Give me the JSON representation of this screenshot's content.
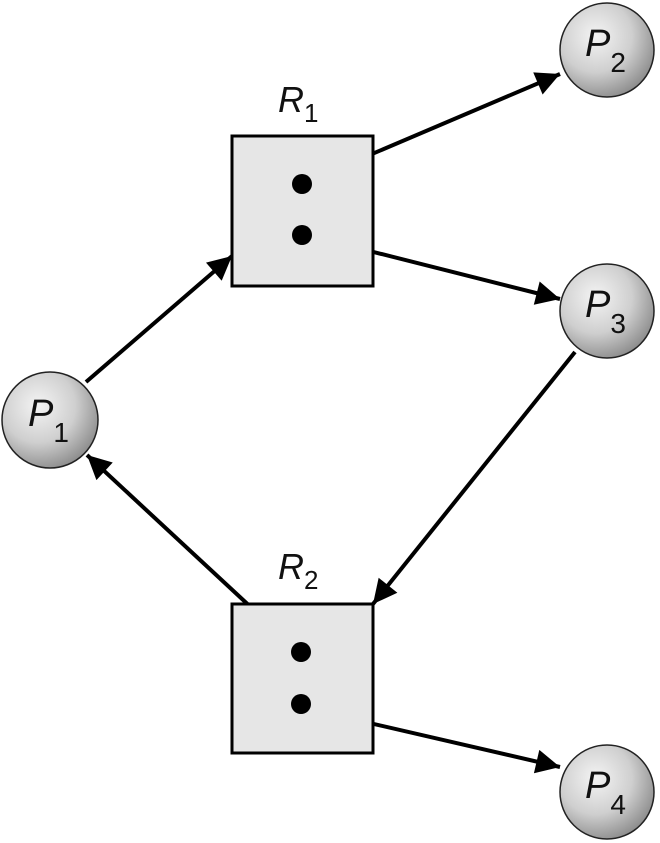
{
  "title": "Resource allocation graph",
  "processes": [
    {
      "id": "P1",
      "letter": "P",
      "sub": "1"
    },
    {
      "id": "P2",
      "letter": "P",
      "sub": "2"
    },
    {
      "id": "P3",
      "letter": "P",
      "sub": "3"
    },
    {
      "id": "P4",
      "letter": "P",
      "sub": "4"
    }
  ],
  "resources": [
    {
      "id": "R1",
      "letter": "R",
      "sub": "1",
      "instances": 2
    },
    {
      "id": "R2",
      "letter": "R",
      "sub": "2",
      "instances": 2
    }
  ],
  "edges": [
    {
      "from": "P1",
      "to": "R1",
      "type": "request"
    },
    {
      "from": "R1",
      "instance": 1,
      "to": "P2",
      "type": "assignment"
    },
    {
      "from": "R1",
      "instance": 2,
      "to": "P3",
      "type": "assignment"
    },
    {
      "from": "P3",
      "to": "R2",
      "type": "request"
    },
    {
      "from": "R2",
      "instance": 1,
      "to": "P1",
      "type": "assignment"
    },
    {
      "from": "R2",
      "instance": 2,
      "to": "P4",
      "type": "assignment"
    }
  ],
  "colors": {
    "resource_fill": "#e6e6e6",
    "stroke": "#000000",
    "process_light": "#f2f2f2",
    "process_dark": "#8c8c8c"
  }
}
